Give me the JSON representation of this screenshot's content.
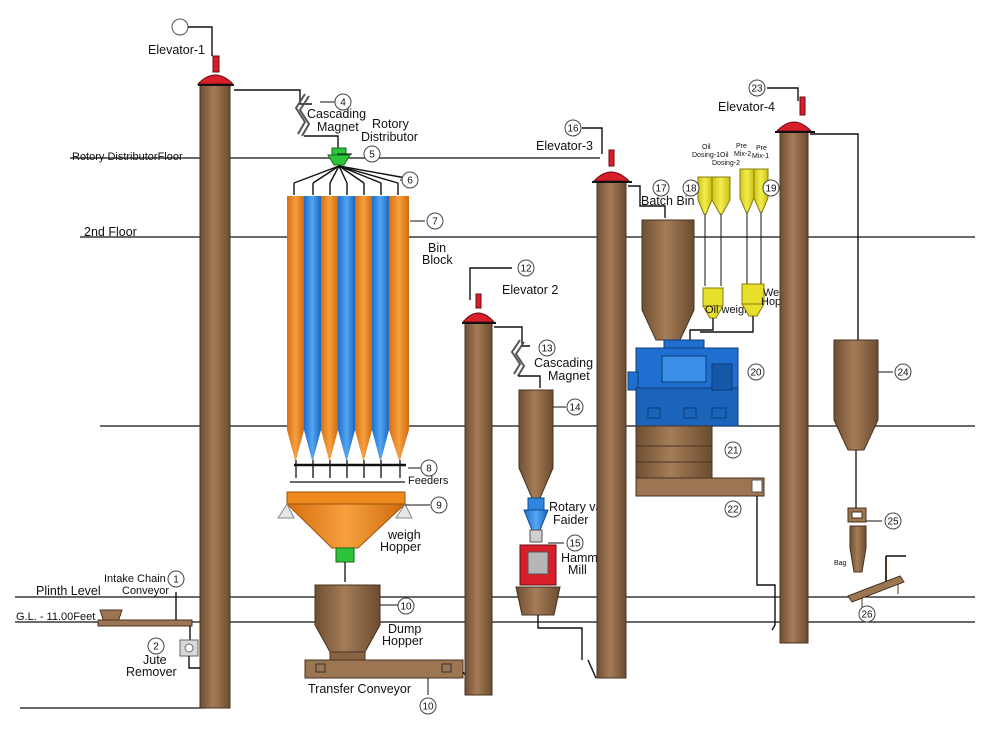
{
  "floors": {
    "rotory_distributor_floor": "Rotory DistributorFloor",
    "second_floor": "2nd Floor",
    "plinth_level": "Plinth Level",
    "ground_level": "G.L. - 11.00Feet"
  },
  "labels": {
    "elevator1": "Elevator-1",
    "elevator2": "Elevator 2",
    "elevator3": "Elevator-3",
    "elevator4": "Elevator-4",
    "cascading_magnet_1a": "Cascading",
    "cascading_magnet_1b": "Magnet",
    "rotory_distributor_a": "Rotory",
    "rotory_distributor_b": "Distributor",
    "bin_block_a": "Bin",
    "bin_block_b": "Block",
    "feeders": "Feeders",
    "weigh_hopper_a": "weigh",
    "weigh_hopper_b": "Hopper",
    "dump_hopper_a": "Dump",
    "dump_hopper_b": "Hopper",
    "transfer_conveyor": "Transfer Conveyor",
    "intake_chain_a": "Intake Chain",
    "intake_chain_b": "Conveyor",
    "jute_remover_a": "Jute",
    "jute_remover_b": "Remover",
    "cascading_magnet_2a": "Cascading",
    "cascading_magnet_2b": "Magnet",
    "rotary_van_feeder_a": "Rotary van",
    "rotary_van_feeder_b": "Faider",
    "hammer_mill_a": "Hammer",
    "hammer_mill_b": "Mill",
    "batch_bin": "Batch Bin",
    "oil_weigh": "Oil weigh",
    "weigh_hopper_2a": "Weigh",
    "weigh_hopper_2b": "Hopper",
    "oil_dosing_1a": "Oil",
    "oil_dosing_1b": "Dosing-1",
    "oil_dosing_2a": "Oil",
    "oil_dosing_2b": "Dosing-2",
    "pre_mix_2a": "Pre",
    "pre_mix_2b": "Mix-2",
    "pre_mix_1a": "Pre",
    "pre_mix_1b": "Mix-1",
    "bag": "Bag"
  },
  "numbers": [
    "1",
    "2",
    "4",
    "5",
    "6",
    "7",
    "8",
    "9",
    "10",
    "10",
    "12",
    "13",
    "14",
    "15",
    "16",
    "17",
    "18",
    "19",
    "20",
    "21",
    "22",
    "23",
    "24",
    "25",
    "26"
  ],
  "colors": {
    "tan": "#9c7552",
    "tan_dark": "#6e4f33",
    "orange": "#f08a1c",
    "blue": "#2f86e0",
    "red": "#d81e2a",
    "yellow": "#e8df2a",
    "machine_blue": "#1e6fcf",
    "green": "#2cc43a"
  }
}
